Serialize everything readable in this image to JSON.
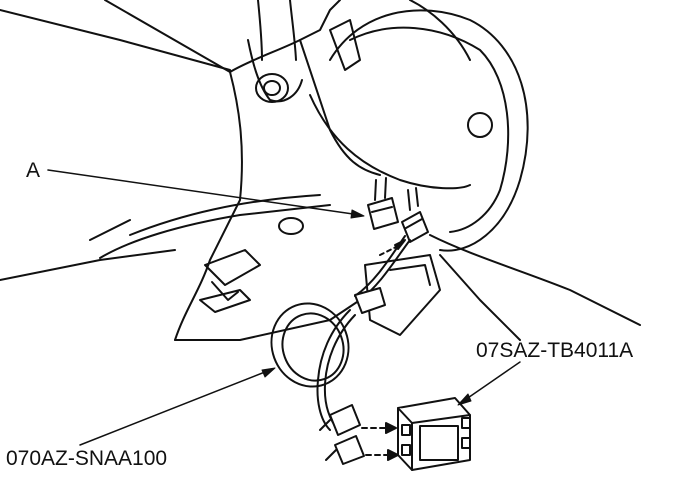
{
  "labels": {
    "a": "A",
    "adapter_part": "07SAZ-TB4011A",
    "harness_part": "070AZ-SNAA100"
  },
  "colors": {
    "ink": "#111111",
    "background": "#ffffff"
  }
}
